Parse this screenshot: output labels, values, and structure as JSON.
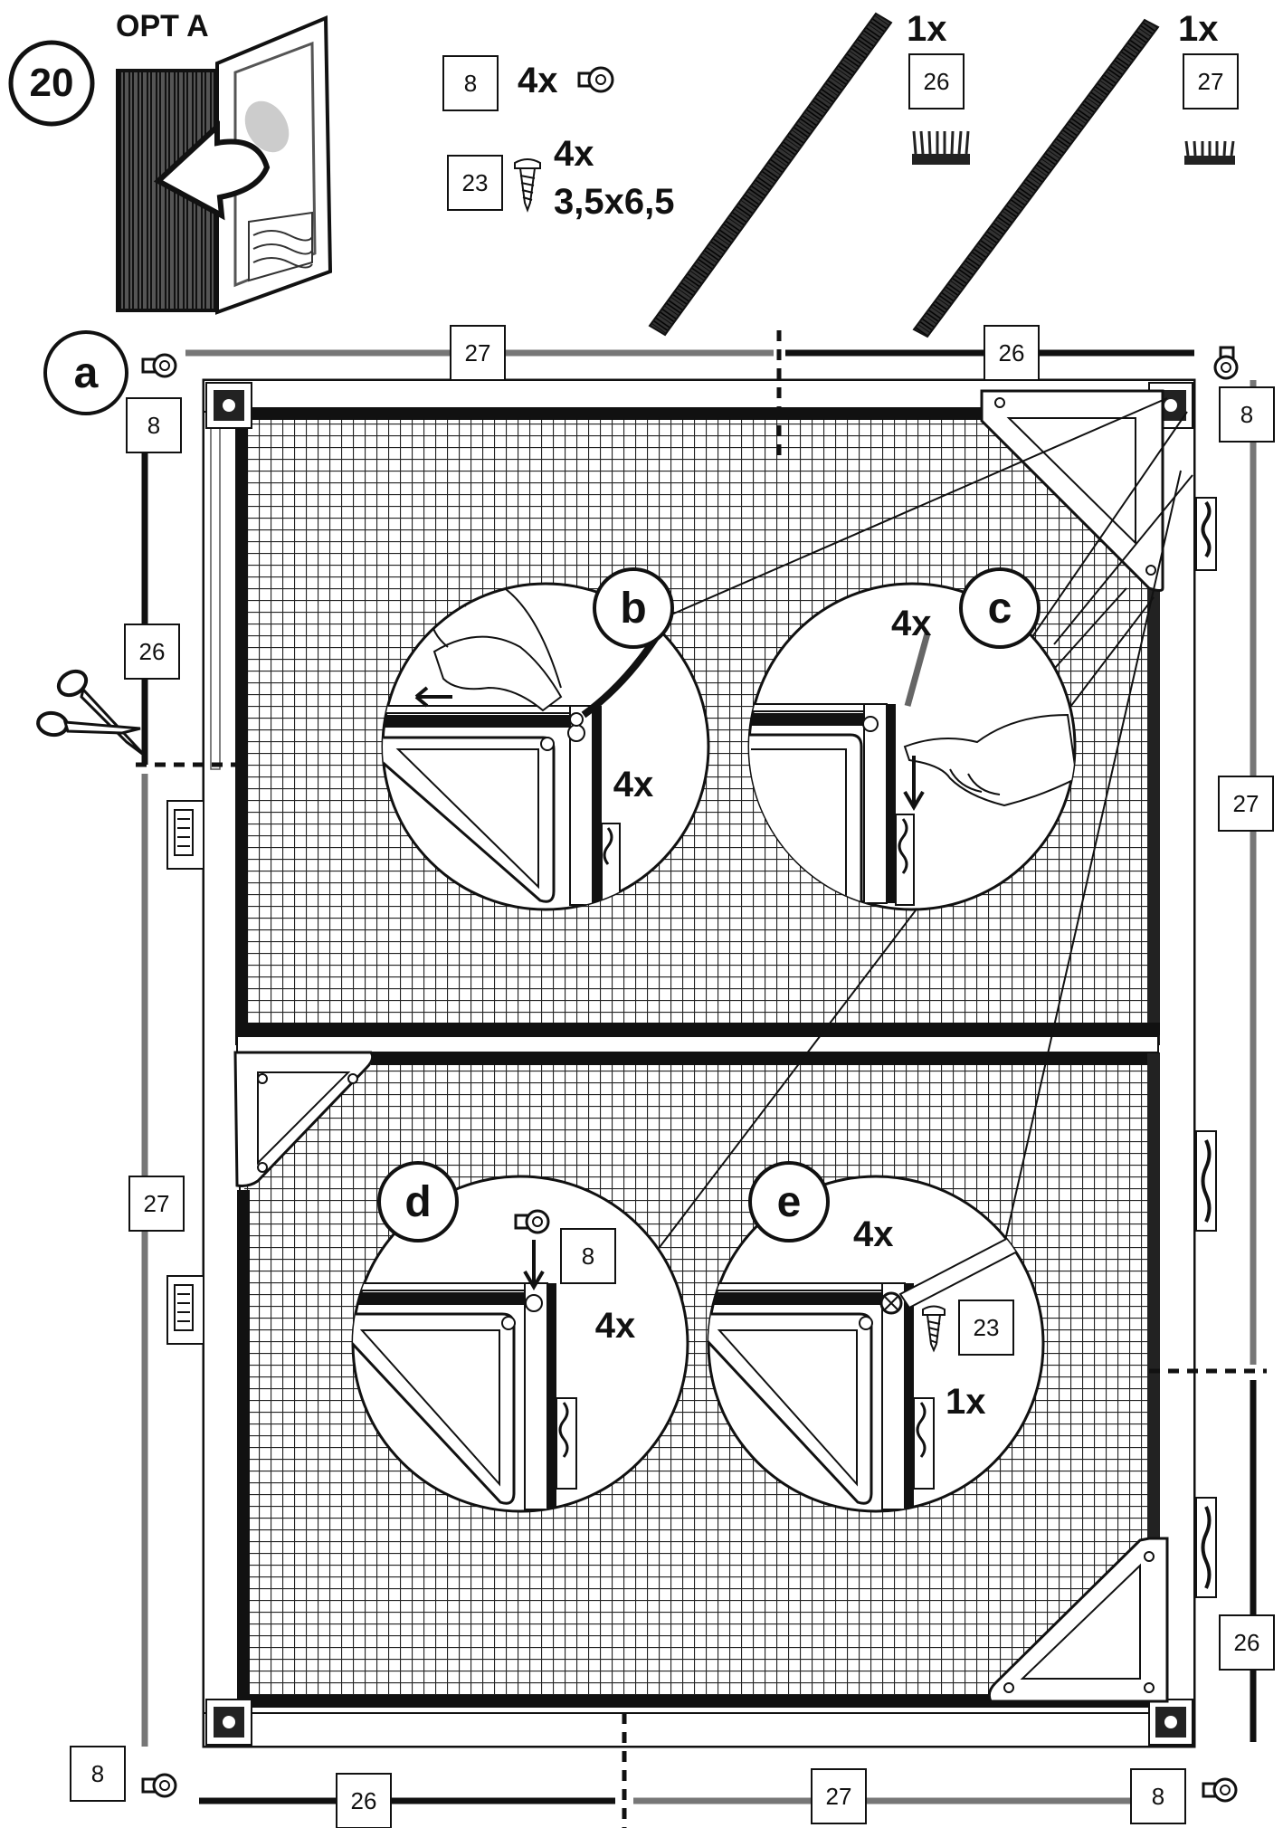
{
  "step": {
    "number": "20",
    "option": "OPT A"
  },
  "parts": {
    "p8": {
      "id": "8",
      "qty": "4x"
    },
    "p23": {
      "id": "23",
      "qty": "4x",
      "size": "3,5x6,5"
    },
    "p26": {
      "id": "26",
      "qty": "1x"
    },
    "p27": {
      "id": "27",
      "qty": "1x"
    }
  },
  "labels": {
    "a": "a",
    "b": "b",
    "c": "c",
    "d": "d",
    "e": "e"
  },
  "frame_labels": {
    "top_left": "27",
    "top_right": "26",
    "left_upper": "26",
    "left_lower": "27",
    "right_upper": "27",
    "right_lower": "26",
    "bottom_left": "26",
    "bottom_right": "27",
    "corner_tl": "8",
    "corner_tr": "8",
    "corner_bl": "8",
    "corner_br": "8"
  },
  "details": {
    "b_qty": "4x",
    "c_qty": "4x",
    "d_qty": "4x",
    "d_part": "8",
    "e_qty": "4x",
    "e_part": "23",
    "e_qty2": "1x"
  }
}
